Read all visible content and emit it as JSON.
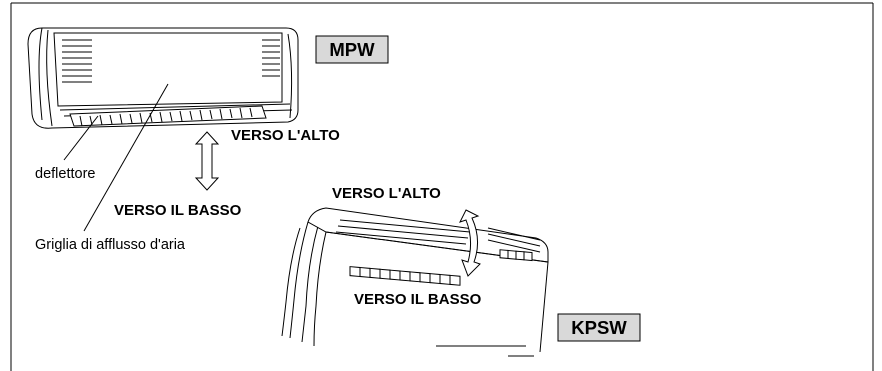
{
  "units": {
    "wall": {
      "tag": "MPW",
      "up_label": "VERSO L'ALTO",
      "down_label": "VERSO IL BASSO"
    },
    "floor": {
      "tag": "KPSW",
      "up_label": "VERSO L'ALTO",
      "down_label": "VERSO IL BASSO"
    }
  },
  "callouts": {
    "deflector": "deflettore",
    "intake_grille": "Griglia di afflusso d'aria"
  },
  "colors": {
    "tag_fill": "#d9d9d9",
    "line": "#000000",
    "background": "#ffffff"
  }
}
